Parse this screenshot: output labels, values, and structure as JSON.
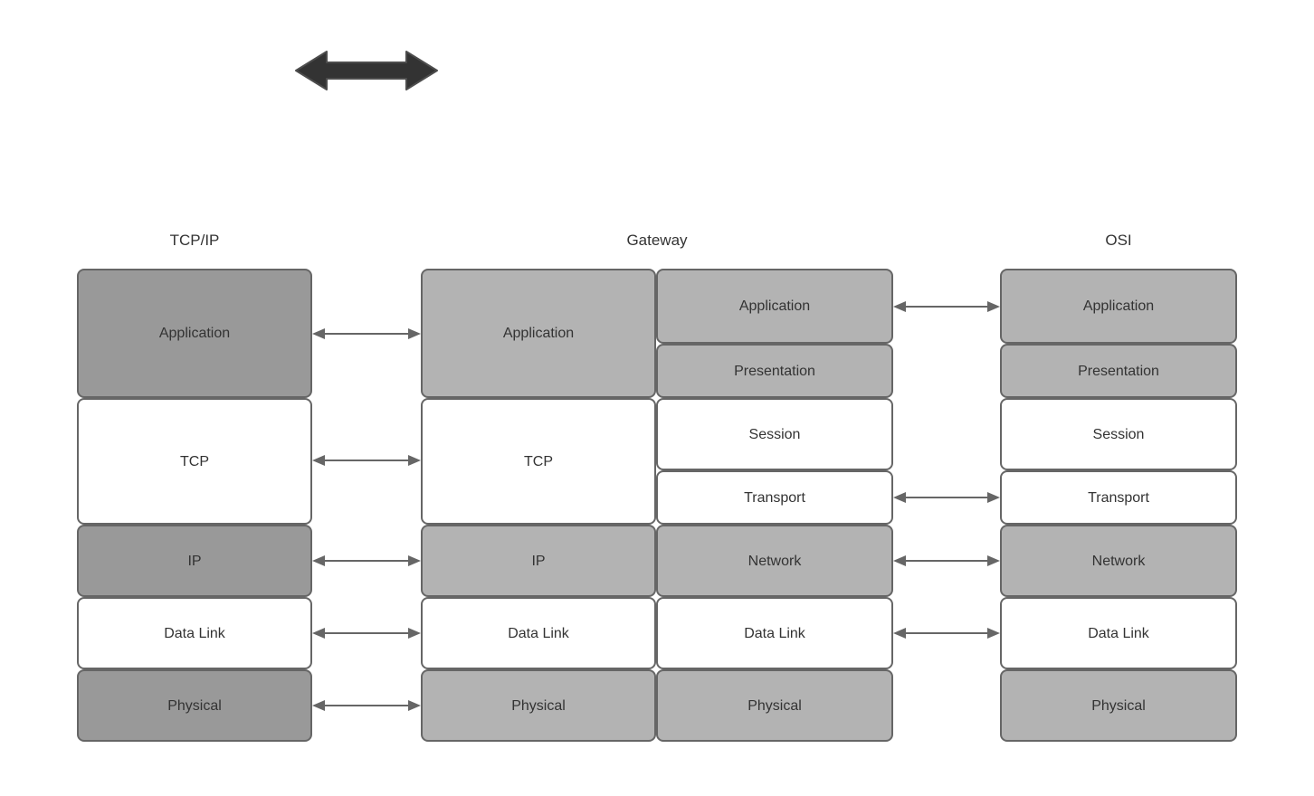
{
  "diagram": {
    "title_arrow": "double-headed-arrow",
    "columns": [
      {
        "id": "tcpip",
        "header": "TCP/IP",
        "layers": [
          {
            "label": "Application",
            "fill": "#999999"
          },
          {
            "label": "TCP",
            "fill": "#ffffff"
          },
          {
            "label": "IP",
            "fill": "#999999"
          },
          {
            "label": "Data Link",
            "fill": "#ffffff"
          },
          {
            "label": "Physical",
            "fill": "#999999"
          }
        ]
      },
      {
        "id": "gateway",
        "header": "Gateway",
        "left_layers": [
          {
            "label": "Application",
            "fill": "#b3b3b3"
          },
          {
            "label": "TCP",
            "fill": "#ffffff"
          },
          {
            "label": "IP",
            "fill": "#b3b3b3"
          },
          {
            "label": "Data Link",
            "fill": "#ffffff"
          },
          {
            "label": "Physical",
            "fill": "#b3b3b3"
          }
        ],
        "right_layers": [
          {
            "label": "Application",
            "fill": "#b3b3b3"
          },
          {
            "label": "Presentation",
            "fill": "#b3b3b3"
          },
          {
            "label": "Session",
            "fill": "#ffffff"
          },
          {
            "label": "Transport",
            "fill": "#ffffff"
          },
          {
            "label": "Network",
            "fill": "#b3b3b3"
          },
          {
            "label": "Data Link",
            "fill": "#ffffff"
          },
          {
            "label": "Physical",
            "fill": "#b3b3b3"
          }
        ]
      },
      {
        "id": "osi",
        "header": "OSI",
        "layers": [
          {
            "label": "Application",
            "fill": "#b3b3b3"
          },
          {
            "label": "Presentation",
            "fill": "#b3b3b3"
          },
          {
            "label": "Session",
            "fill": "#ffffff"
          },
          {
            "label": "Transport",
            "fill": "#ffffff"
          },
          {
            "label": "Network",
            "fill": "#b3b3b3"
          },
          {
            "label": "Data Link",
            "fill": "#ffffff"
          },
          {
            "label": "Physical",
            "fill": "#b3b3b3"
          }
        ]
      }
    ],
    "connectors_left": [
      {
        "name": "application"
      },
      {
        "name": "tcp"
      },
      {
        "name": "ip"
      },
      {
        "name": "data-link"
      },
      {
        "name": "physical"
      }
    ],
    "connectors_right": [
      {
        "name": "application"
      },
      {
        "name": "transport"
      },
      {
        "name": "network"
      },
      {
        "name": "data-link"
      }
    ],
    "colors": {
      "stroke": "#666666",
      "text": "#333333",
      "dark_gray_fill": "#999999",
      "light_gray_fill": "#b3b3b3",
      "white_fill": "#ffffff",
      "arrow_dark": "#333333",
      "connector_gray": "#666666"
    }
  }
}
